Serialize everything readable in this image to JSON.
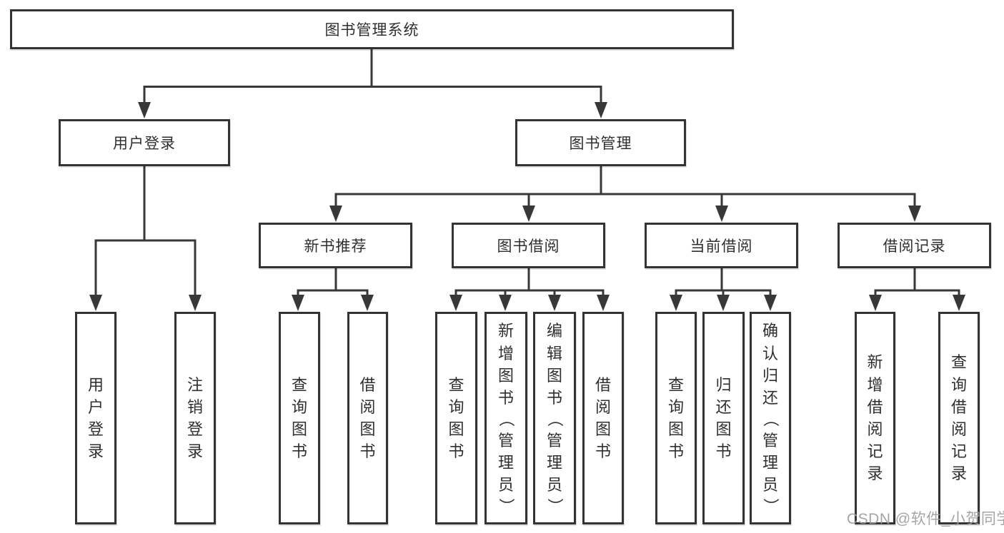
{
  "colors": {
    "line": "#383838",
    "box_border": "#333333",
    "text": "#2f2f2f",
    "watermark": "#9e9e9e",
    "background": "#ffffff"
  },
  "watermark": {
    "text": "CSDN @软件_小贺同学"
  },
  "tree": {
    "root": {
      "label": "图书管理系统"
    },
    "branches": [
      {
        "label": "用户登录",
        "children": [
          {
            "label": "用户登录"
          },
          {
            "label": "注销登录"
          }
        ]
      },
      {
        "label": "图书管理",
        "children": [
          {
            "label": "新书推荐",
            "children": [
              {
                "label": "查询图书"
              },
              {
                "label": "借阅图书"
              }
            ]
          },
          {
            "label": "图书借阅",
            "children": [
              {
                "label": "查询图书"
              },
              {
                "label": "新增图书（管理员）"
              },
              {
                "label": "编辑图书（管理员）"
              },
              {
                "label": "借阅图书"
              }
            ]
          },
          {
            "label": "当前借阅",
            "children": [
              {
                "label": "查询图书"
              },
              {
                "label": "归还图书"
              },
              {
                "label": "确认归还（管理员）"
              }
            ]
          },
          {
            "label": "借阅记录",
            "children": [
              {
                "label": "新增借阅记录"
              },
              {
                "label": "查询借阅记录"
              }
            ]
          }
        ]
      }
    ]
  }
}
